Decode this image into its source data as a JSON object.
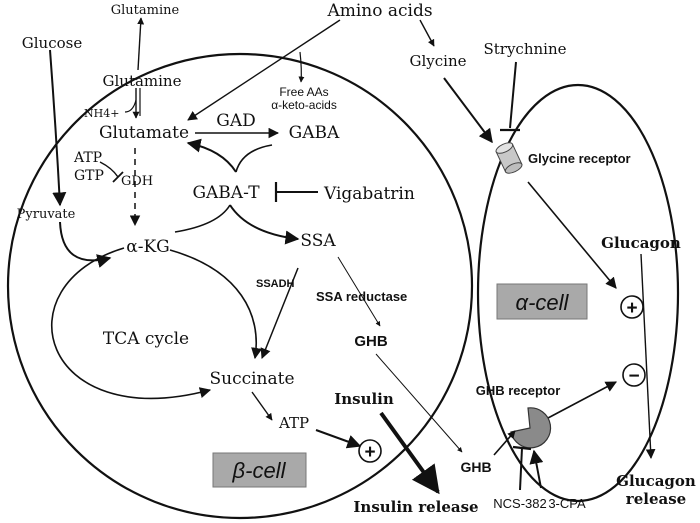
{
  "labels": {
    "glutamine_top": "Glutamine",
    "amino_acids": "Amino acids",
    "glucose": "Glucose",
    "glycine": "Glycine",
    "strychnine": "Strychnine",
    "glutamine": "Glutamine",
    "nh4": "NH4+",
    "free_aas_1": "Free AAs",
    "free_aas_2": "α-keto-acids",
    "glutamate": "Glutamate",
    "gad": "GAD",
    "gaba": "GABA",
    "atp_left": "ATP",
    "gtp": "GTP",
    "gdh": "GDH",
    "gaba_t": "GABA-T",
    "vigabatrin": "Vigabatrin",
    "pyruvate": "Pyruvate",
    "ssa": "SSA",
    "akg": "α-KG",
    "ssadh": "SSADH",
    "ssa_reductase": "SSA reductase",
    "tca": "TCA cycle",
    "ghb_mid": "GHB",
    "succinate": "Succinate",
    "insulin": "Insulin",
    "atp": "ATP",
    "beta_cell": "β-cell",
    "insulin_release": "Insulin release",
    "glycine_receptor": "Glycine receptor",
    "glucagon": "Glucagon",
    "alpha_cell": "α-cell",
    "ghb_receptor": "GHB receptor",
    "ghb_low": "GHB",
    "ncs": "NCS-382",
    "cpa": "3-CPA",
    "glucagon_release_1": "Glucagon",
    "glucagon_release_2": "release",
    "plus": "+",
    "minus": "−"
  }
}
